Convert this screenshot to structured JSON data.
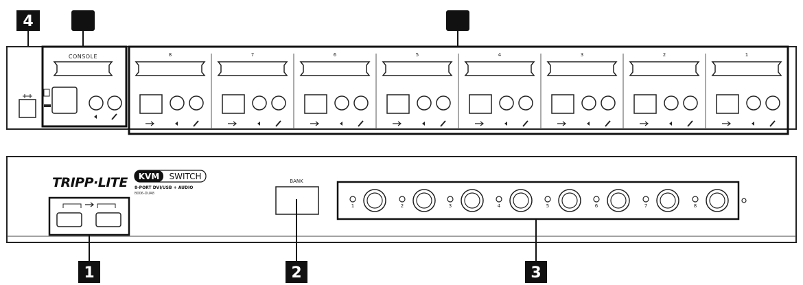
{
  "callouts": {
    "one": "1",
    "two": "2",
    "three": "3",
    "four": "4"
  },
  "rear_panel": {
    "console_label": "CONSOLE",
    "port_labels": [
      "8",
      "7",
      "6",
      "5",
      "4",
      "3",
      "2",
      "1"
    ]
  },
  "front_panel": {
    "brand": "TRIPP·LITE",
    "kvm_badge": "KVM",
    "switch_word": "SWITCH",
    "subtitle": "8-PORT DVI/USB + AUDIO",
    "model": "B006-DUA8",
    "bank_label": "BANK",
    "port_numbers": [
      "1",
      "2",
      "3",
      "4",
      "5",
      "6",
      "7",
      "8"
    ]
  },
  "icons": {
    "usb": "usb-icon",
    "speaker": "speaker-icon",
    "microphone": "microphone-icon",
    "dvi": "dvi-connector-icon",
    "power": "power-jack-icon"
  }
}
